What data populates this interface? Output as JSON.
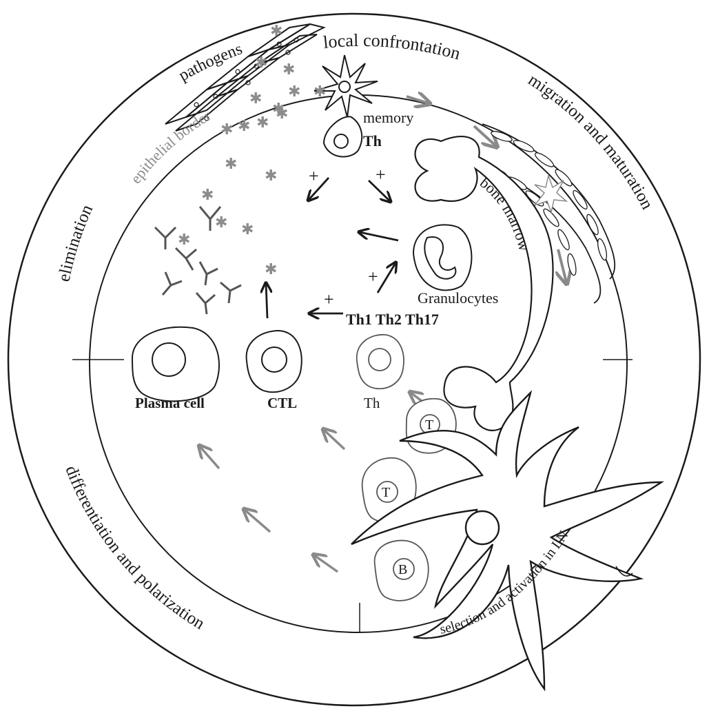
{
  "outer_labels": {
    "pathogens": "pathogens",
    "local_confrontation": "local confrontation",
    "migration_and_maturation": "migration and maturation",
    "elimination": "elimination",
    "differentiation_and_polarization": "differentiation and polarization",
    "selection_and_activation": "selection and activation in LN"
  },
  "inner_labels": {
    "epithelial_border": "epithelial border",
    "bone_marrow": "bone marrow",
    "memory": "memory",
    "memory_th": "Th",
    "granulocytes": "Granulocytes",
    "th_subsets": "Th1 Th2 Th17",
    "plasma_cell": "Plasma cell",
    "ctl": "CTL",
    "th": "Th",
    "t_cell_1": "T",
    "t_cell_2": "T",
    "b_cell": "B"
  },
  "plus_signs": [
    "+",
    "+",
    "+",
    "+"
  ],
  "colors": {
    "line": "#1a1a1a",
    "grey": "#8a8a8a",
    "asterisk": "#8c8c8c"
  }
}
